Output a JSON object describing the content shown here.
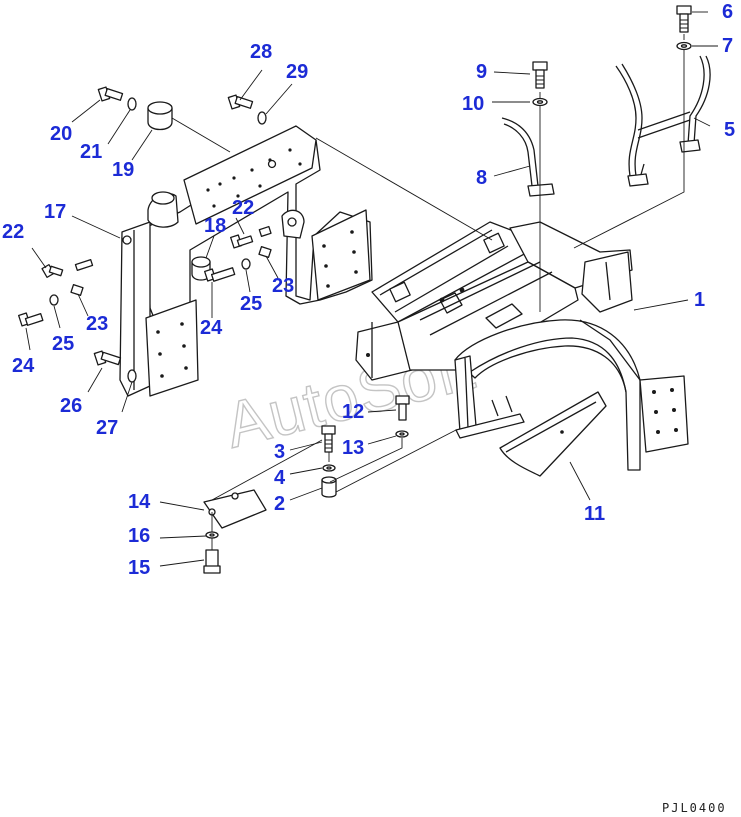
{
  "drawing_code": "PJL0400",
  "watermark": "AutoSoft",
  "callouts": [
    {
      "id": "c1",
      "label": "1"
    },
    {
      "id": "c2",
      "label": "2"
    },
    {
      "id": "c3",
      "label": "3"
    },
    {
      "id": "c4",
      "label": "4"
    },
    {
      "id": "c5",
      "label": "5"
    },
    {
      "id": "c6",
      "label": "6"
    },
    {
      "id": "c7",
      "label": "7"
    },
    {
      "id": "c8",
      "label": "8"
    },
    {
      "id": "c9",
      "label": "9"
    },
    {
      "id": "c10",
      "label": "10"
    },
    {
      "id": "c11",
      "label": "11"
    },
    {
      "id": "c12",
      "label": "12"
    },
    {
      "id": "c13",
      "label": "13"
    },
    {
      "id": "c14",
      "label": "14"
    },
    {
      "id": "c15",
      "label": "15"
    },
    {
      "id": "c16",
      "label": "16"
    },
    {
      "id": "c17",
      "label": "17"
    },
    {
      "id": "c18",
      "label": "18"
    },
    {
      "id": "c19",
      "label": "19"
    },
    {
      "id": "c20",
      "label": "20"
    },
    {
      "id": "c21",
      "label": "21"
    },
    {
      "id": "c22a",
      "label": "22"
    },
    {
      "id": "c22b",
      "label": "22"
    },
    {
      "id": "c23a",
      "label": "23"
    },
    {
      "id": "c23b",
      "label": "23"
    },
    {
      "id": "c24a",
      "label": "24"
    },
    {
      "id": "c24b",
      "label": "24"
    },
    {
      "id": "c25a",
      "label": "25"
    },
    {
      "id": "c25b",
      "label": "25"
    },
    {
      "id": "c26",
      "label": "26"
    },
    {
      "id": "c27",
      "label": "27"
    },
    {
      "id": "c28",
      "label": "28"
    },
    {
      "id": "c29",
      "label": "29"
    }
  ]
}
